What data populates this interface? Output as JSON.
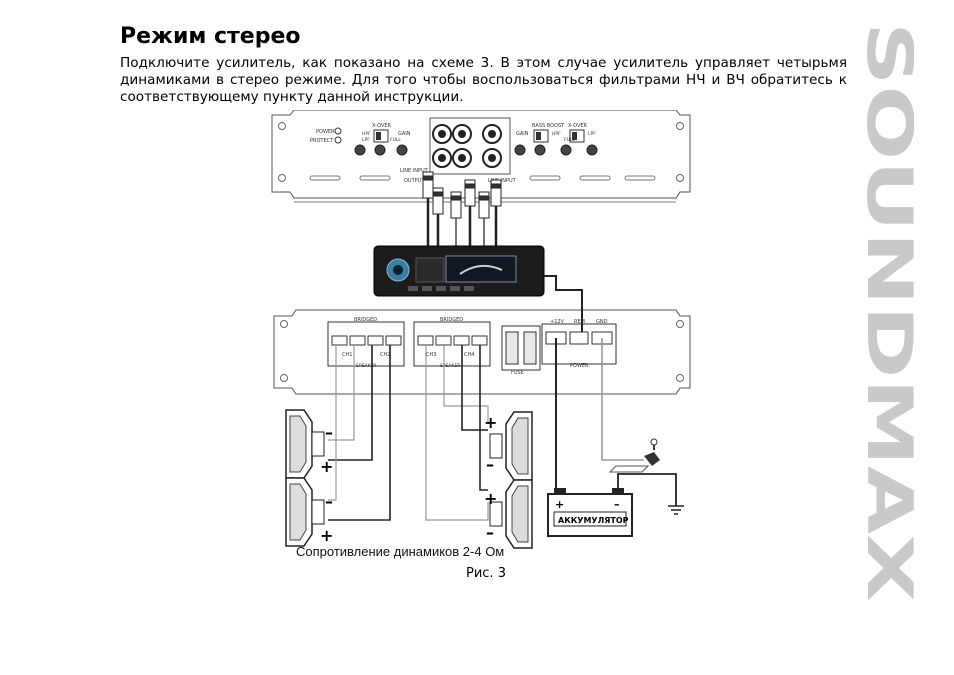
{
  "page": {
    "title": "Режим стерео",
    "paragraph_lines": [
      "Подключите усилитель, как показано на схеме 3. В этом случае усилитель управляет четырьмя",
      "динамиками в стерео режиме. Для того чтобы воспользоваться фильтрами НЧ и ВЧ обратитесь к",
      "соответствующему пункту данной инструкции."
    ],
    "brand": "SOUNDMAX",
    "figure_caption": "Рис. 3"
  },
  "diagram": {
    "amp_top": {
      "power_label": "POWER",
      "protect_label": "PROTECT",
      "xover_label": "X-OVER",
      "hpf_label": "HPF",
      "lpf_label": "LPF",
      "full_label": "FULL",
      "gain_label": "GAIN",
      "bass_boost_label": "BASS BOOST",
      "line_input_label": "LINE INPUT",
      "output_label": "OUTPUT"
    },
    "amp_bottom": {
      "bridged_label": "BRIDGED",
      "ch1_label": "CH1",
      "ch2_label": "CH2",
      "ch3_label": "CH3",
      "ch4_label": "CH4",
      "speaker_label": "SPEAKER",
      "fuse_label": "FUSE",
      "plus12v_label": "+12V",
      "rem_label": "REM",
      "gnd_label": "GND",
      "power_label": "POWER"
    },
    "battery_label": "АККУМУЛЯТОР",
    "speakers_caption": "Сопротивление динамиков 2-4 Ом",
    "plus": "+",
    "minus": "–"
  }
}
